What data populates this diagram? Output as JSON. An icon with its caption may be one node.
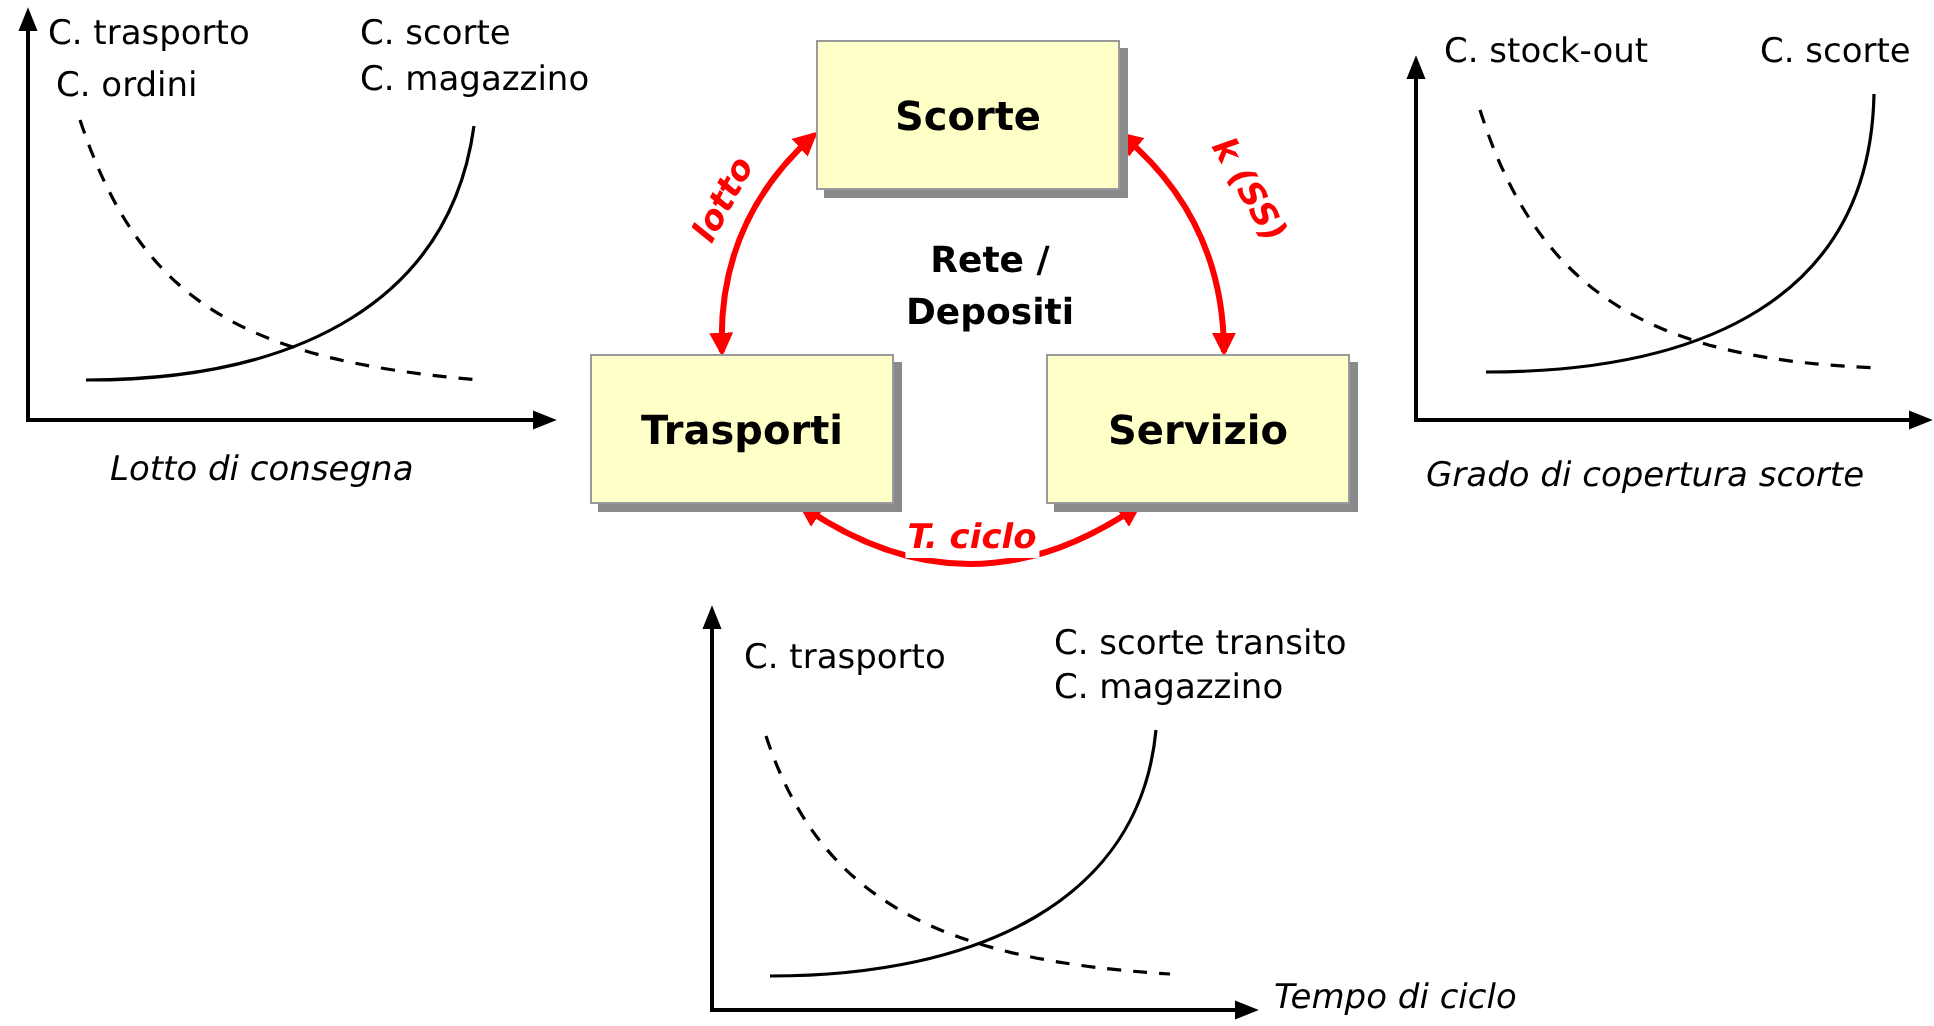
{
  "diagram": {
    "nodes": [
      {
        "text": [
          "Scorte"
        ]
      },
      {
        "text": [
          "Trasporti"
        ]
      },
      {
        "text": [
          "Servizio"
        ]
      }
    ],
    "edges": [
      {
        "from": 1,
        "to": 0,
        "arrow": "both",
        "label": "lotto"
      },
      {
        "from": 0,
        "to": 2,
        "arrow": "both",
        "label": "k (SS)"
      },
      {
        "from": 1,
        "to": 2,
        "arrow": "both",
        "label": "T. ciclo"
      }
    ],
    "labels": [
      "C. trasporto",
      "C. ordini",
      "C. scorte",
      "C. magazzino",
      "Lotto di consegna",
      "Rete / Depositi",
      "C. stock-out",
      "C. scorte",
      "Grado di copertura scorte",
      "C. trasporto",
      "C. scorte transito",
      "C. magazzino",
      "Tempo di ciclo"
    ]
  }
}
